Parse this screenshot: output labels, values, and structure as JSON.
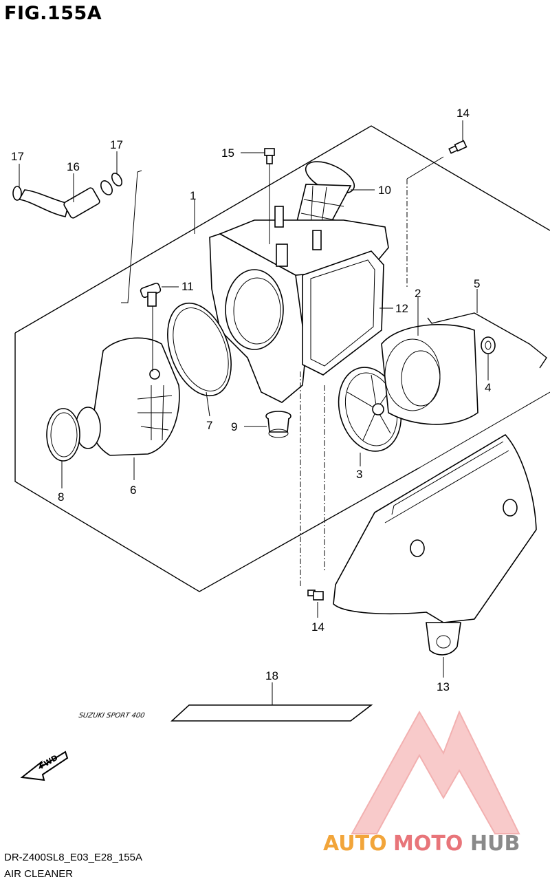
{
  "figure": {
    "title": "FIG.155A",
    "model_code": "DR-Z400SL8_E03_E28_155A",
    "section_name": "AIR CLEANER"
  },
  "callouts": [
    "1",
    "2",
    "3",
    "4",
    "5",
    "6",
    "7",
    "8",
    "9",
    "10",
    "11",
    "12",
    "13",
    "14",
    "14",
    "15",
    "16",
    "17",
    "17",
    "18"
  ],
  "direction_badge": "FWD",
  "decal_text": "SUZUKI SPORT 400",
  "watermark": {
    "part1": "AUTO",
    "part2": "MOTO",
    "part3": "HUB",
    "color1": "#f2a53a",
    "color2": "#e8757a",
    "color3": "#8a8a8a"
  }
}
